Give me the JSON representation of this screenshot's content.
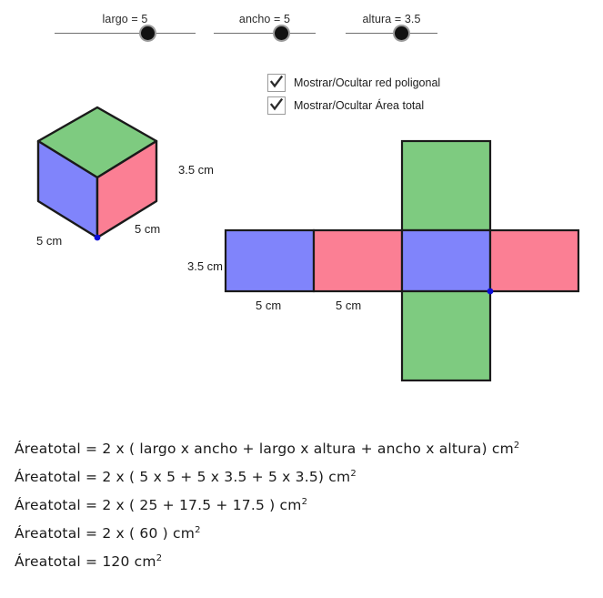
{
  "sliders": [
    {
      "name": "largo",
      "label": "largo = 5",
      "value": 5,
      "min": 0,
      "max": 7.8,
      "knob_pct": 66
    },
    {
      "name": "ancho",
      "label": "ancho = 5",
      "value": 5,
      "min": 0,
      "max": 7.8,
      "knob_pct": 66
    },
    {
      "name": "altura",
      "label": "altura = 3.5",
      "value": 3.5,
      "min": 0,
      "max": 5.8,
      "knob_pct": 60
    }
  ],
  "checkboxes": [
    {
      "name": "red-poligonal",
      "label": "Mostrar/Ocultar red poligonal",
      "checked": true
    },
    {
      "name": "area-total",
      "label": "Mostrar/Ocultar Área total",
      "checked": true
    }
  ],
  "colors": {
    "green": "#7ecb80",
    "blue": "#8084fb",
    "pink": "#fb7f94",
    "outline": "#1a1a1a",
    "vertex": "#0b0bd8",
    "slider_track": "#6e6e6e",
    "slider_knob": "#111111",
    "text": "#1c1c1c"
  },
  "prism": {
    "caption_height": "3.5 cm",
    "caption_depth": "5 cm",
    "caption_width": "5 cm",
    "faces": [
      {
        "name": "top",
        "color": "#7ecb80"
      },
      {
        "name": "left",
        "color": "#8084fb"
      },
      {
        "name": "front",
        "color": "#fb7f94"
      }
    ]
  },
  "net": {
    "height_label": "3.5 cm",
    "width_label_1": "5 cm",
    "width_label_2": "5 cm",
    "cells": [
      {
        "name": "net-left-blue",
        "color": "#8084fb"
      },
      {
        "name": "net-mid-pink",
        "color": "#fb7f94"
      },
      {
        "name": "net-center-blue",
        "color": "#8084fb"
      },
      {
        "name": "net-right-pink",
        "color": "#fb7f94"
      },
      {
        "name": "net-top-green",
        "color": "#7ecb80"
      },
      {
        "name": "net-bottom-green",
        "color": "#7ecb80"
      }
    ]
  },
  "formulas": {
    "line1_a": "Áreatotal = 2 x ( largo x ancho + largo x altura  +  ancho x altura) cm",
    "line1_sup": "2",
    "line2_a": "Áreatotal = 2 x ( 5 x 5 + 5 x 3.5  +  5 x 3.5) cm",
    "line2_sup": "2",
    "line3_a": "Áreatotal = 2 x ( 25  + 17.5  +  17.5 ) cm",
    "line3_sup": "2",
    "line4_a": "Áreatotal = 2 x ( 60 ) cm",
    "line4_sup": "2",
    "line5_a": "Áreatotal = 120  cm",
    "line5_sup": "2"
  }
}
